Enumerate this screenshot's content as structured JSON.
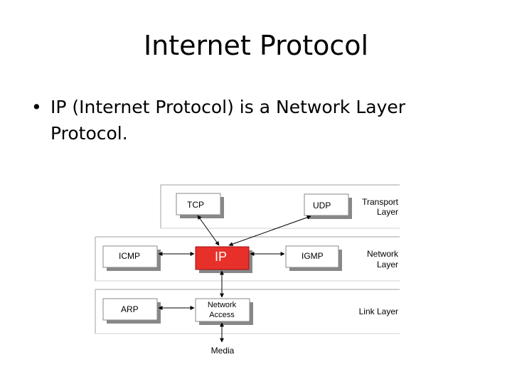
{
  "slide": {
    "title": "Internet Protocol",
    "bullets": [
      "IP (Internet Protocol) is a Network Layer Protocol."
    ]
  },
  "diagram": {
    "layers": {
      "transport": [
        "Transport",
        "Layer"
      ],
      "network": [
        "Network",
        "Layer"
      ],
      "link": "Link Layer"
    },
    "boxes": {
      "tcp": "TCP",
      "udp": "UDP",
      "icmp": "ICMP",
      "ip": "IP",
      "igmp": "IGMP",
      "arp": "ARP",
      "network_access": [
        "Network",
        "Access"
      ]
    },
    "media": "Media",
    "colors": {
      "ip_fill": "#e8302a",
      "ip_text": "#ffffff",
      "box_shadow": "#888888",
      "layer_border": "#a0a0a0"
    }
  }
}
